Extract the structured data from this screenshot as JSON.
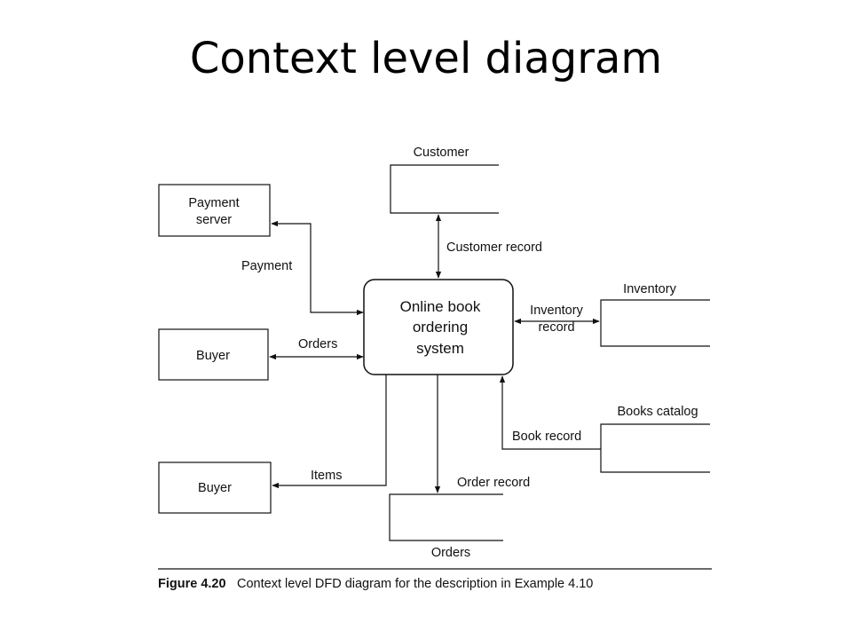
{
  "slide_title": "Context level diagram",
  "diagram": {
    "process": {
      "lines": [
        "Online book",
        "ordering",
        "system"
      ]
    },
    "entities": {
      "payment_server": [
        "Payment",
        "server"
      ],
      "buyer_orders": "Buyer",
      "buyer_items": "Buyer"
    },
    "data_stores": {
      "customer": "Customer",
      "inventory": "Inventory",
      "books_catalog": "Books catalog",
      "orders": "Orders"
    },
    "flows": {
      "payment": "Payment",
      "orders": "Orders",
      "items": "Items",
      "customer_record": "Customer record",
      "inventory_record": [
        "Inventory",
        "record"
      ],
      "book_record": "Book record",
      "order_record": "Order record"
    }
  },
  "caption": {
    "label": "Figure 4.20",
    "text": "Context level DFD diagram for the description in Example 4.10"
  }
}
